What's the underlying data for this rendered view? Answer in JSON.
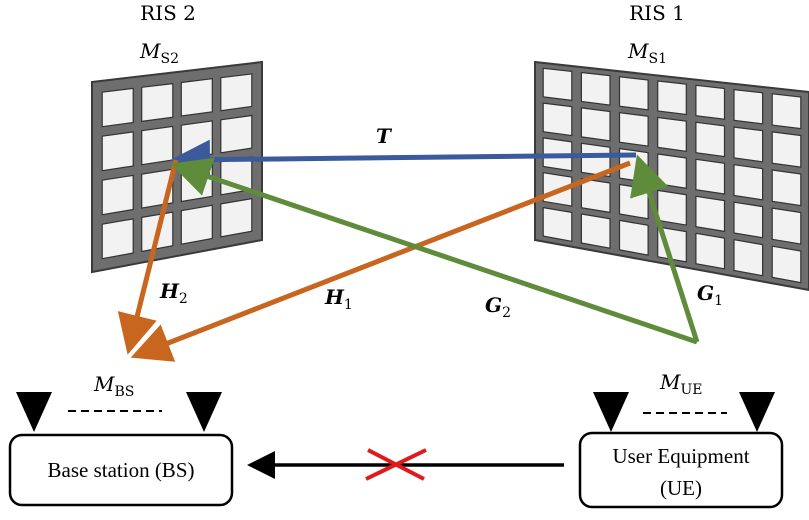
{
  "ris2": {
    "title": "RIS 2",
    "m_symbol": "M",
    "m_sub": "S2"
  },
  "ris1": {
    "title": "RIS 1",
    "m_symbol": "M",
    "m_sub": "S1"
  },
  "bs": {
    "m_symbol": "M",
    "m_sub": "BS",
    "label": "Base station (BS)"
  },
  "ue": {
    "m_symbol": "M",
    "m_sub": "UE",
    "label_line1": "User Equipment",
    "label_line2": "(UE)"
  },
  "channels": {
    "T": {
      "symbol": "T",
      "color": "#3a5a9c"
    },
    "H1": {
      "symbol": "H",
      "sub": "1",
      "color": "#c8661f"
    },
    "H2": {
      "symbol": "H",
      "sub": "2",
      "color": "#c8661f"
    },
    "G1": {
      "symbol": "G",
      "sub": "1",
      "color": "#5e8c3a"
    },
    "G2": {
      "symbol": "G",
      "sub": "2",
      "color": "#5e8c3a"
    }
  },
  "blocked_link_color": "#e0191b"
}
